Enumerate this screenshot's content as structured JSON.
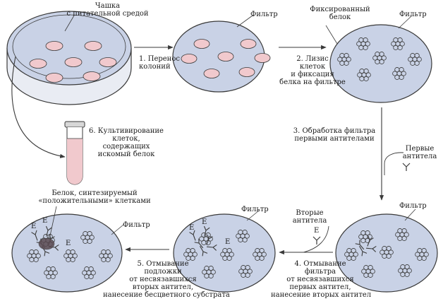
{
  "labels": {
    "dish": "Чашка\nс питательной средой",
    "filter1": "Фильтр",
    "fixed_protein": "Фиксированный\nбелок",
    "filter2": "Фильтр",
    "step1": "1. Перенос\nколоний",
    "step2": "2. Лизис\nклеток\nи фиксация\nбелка на фильтре",
    "step3": "3. Обработка фильтра\nпервыми антителами",
    "first_antibodies": "Первые\nантитела",
    "step6": "6. Культивирование\nклеток,\nсодержащих\nискомый белок",
    "positive_protein": "Белок, синтезируемый\n«положительными» клетками",
    "filter3": "Фильтр",
    "filter4": "Фильтр",
    "filter5": "Фильтр",
    "second_antibodies": "Вторые\nантитела",
    "step5": "5. Отмывание\nподложки\nот несвязавшихся\nвторых антител,\nнанесение бесцветного субстрата",
    "step4": "4. Отмывание\nфильтра\nот несвязавшихся\nпервых антител,\nнанесение вторых антител",
    "enzyme": "E"
  },
  "colors": {
    "plate_fill": "#c9d2e6",
    "colony_fill": "#f1c9cd",
    "outline": "#3a3a3a",
    "tube_liquid": "#f1c9cd",
    "stain": "#5a4a52"
  }
}
